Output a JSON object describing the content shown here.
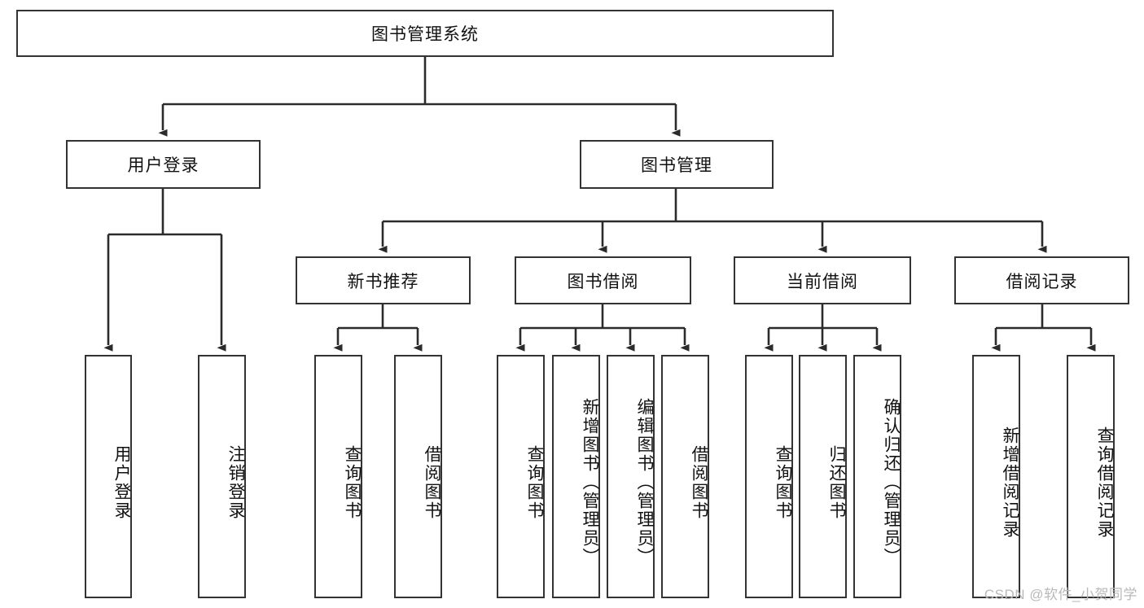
{
  "diagram": {
    "title": "图书管理系统",
    "watermark": "CSDN @软件_小贺同学",
    "root": {
      "label": "图书管理系统"
    },
    "level2": [
      {
        "label": "用户登录"
      },
      {
        "label": "图书管理"
      }
    ],
    "level3": [
      {
        "label": "新书推荐"
      },
      {
        "label": "图书借阅"
      },
      {
        "label": "当前借阅"
      },
      {
        "label": "借阅记录"
      }
    ],
    "leaves": [
      {
        "label": "用户登录",
        "parent": "用户登录"
      },
      {
        "label": "注销登录",
        "parent": "用户登录"
      },
      {
        "label": "查询图书",
        "parent": "新书推荐"
      },
      {
        "label": "借阅图书",
        "parent": "新书推荐"
      },
      {
        "label": "查询图书",
        "parent": "图书借阅"
      },
      {
        "label": "新增图书（管理员）",
        "parent": "图书借阅"
      },
      {
        "label": "编辑图书（管理员）",
        "parent": "图书借阅"
      },
      {
        "label": "借阅图书",
        "parent": "图书借阅"
      },
      {
        "label": "查询图书",
        "parent": "当前借阅"
      },
      {
        "label": "归还图书",
        "parent": "当前借阅"
      },
      {
        "label": "确认归还（管理员）",
        "parent": "当前借阅"
      },
      {
        "label": "新增借阅记录",
        "parent": "借阅记录"
      },
      {
        "label": "查询借阅记录",
        "parent": "借阅记录"
      }
    ],
    "colors": {
      "border": "#333333",
      "background": "#ffffff",
      "text": "#111111",
      "watermark": "#b9b9b9"
    }
  }
}
